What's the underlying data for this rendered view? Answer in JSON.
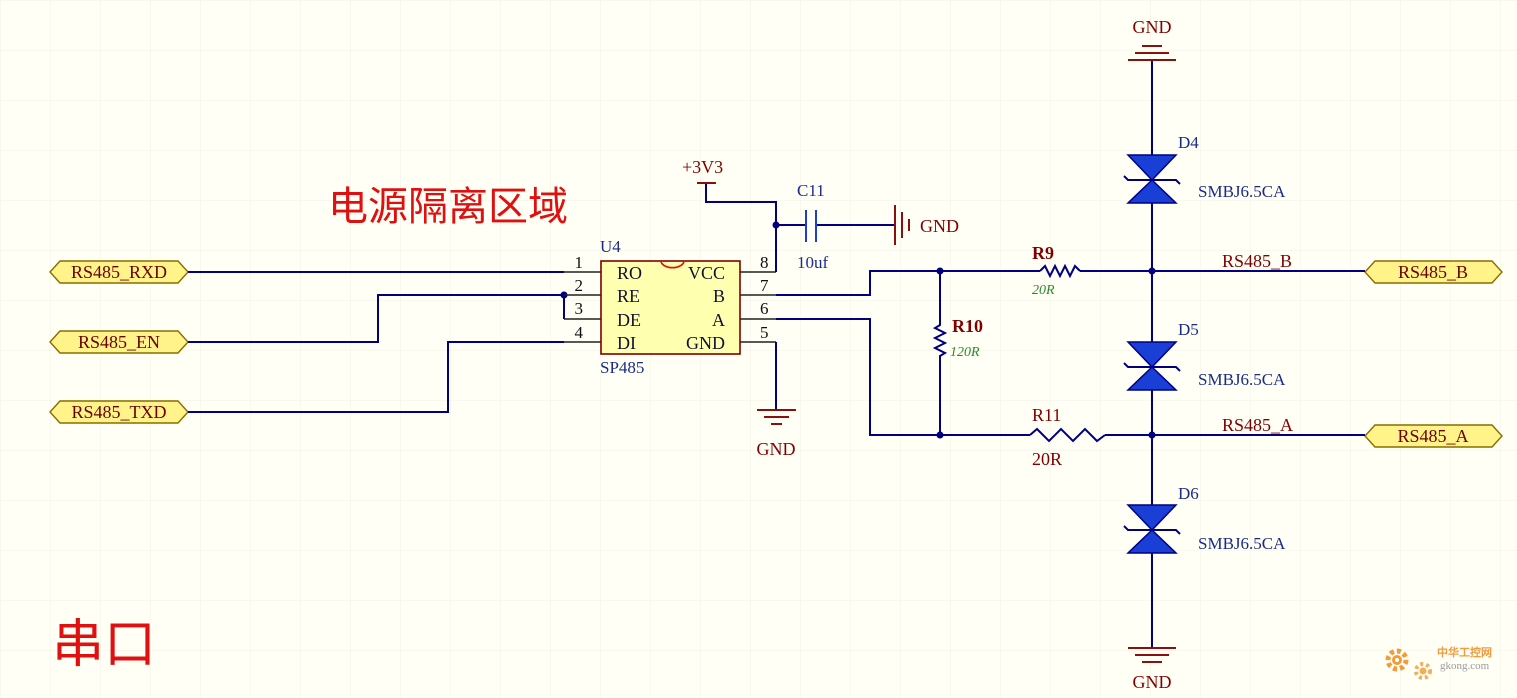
{
  "zone_label": "电源隔离区域",
  "section_label": "串口",
  "net_ports": {
    "rs485_rxd": "RS485_RXD",
    "rs485_en": "RS485_EN",
    "rs485_txd": "RS485_TXD",
    "rs485_b": "RS485_B",
    "rs485_a": "RS485_A"
  },
  "net_names": {
    "rs485_b": "RS485_B",
    "rs485_a": "RS485_A"
  },
  "power_ports": {
    "vcc": "+3V3",
    "ground": "GND"
  },
  "u4": {
    "designator": "U4",
    "comment": "SP485",
    "pins_left": [
      {
        "number": "1",
        "name": "RO"
      },
      {
        "number": "2",
        "name": "RE"
      },
      {
        "number": "3",
        "name": "DE"
      },
      {
        "number": "4",
        "name": "DI"
      }
    ],
    "pins_right": [
      {
        "number": "8",
        "name": "VCC"
      },
      {
        "number": "7",
        "name": "B"
      },
      {
        "number": "6",
        "name": "A"
      },
      {
        "number": "5",
        "name": "GND"
      }
    ]
  },
  "c11": {
    "designator": "C11",
    "value": "10uf"
  },
  "r9": {
    "designator": "R9",
    "value": "20R"
  },
  "r10": {
    "designator": "R10",
    "value": "120R"
  },
  "r11": {
    "designator": "R11",
    "value": "20R"
  },
  "diodes": [
    {
      "designator": "D4",
      "comment": "SMBJ6.5CA"
    },
    {
      "designator": "D5",
      "comment": "SMBJ6.5CA"
    },
    {
      "designator": "D6",
      "comment": "SMBJ6.5CA"
    }
  ],
  "watermark": {
    "brand": "中华工控网",
    "site": "gkong.com"
  },
  "colors": {
    "wire": "#000080",
    "label_dark_red": "#800000",
    "designator_blue": "#1c2a8c",
    "value_green": "#2a8a2a",
    "zone_red": "#e01010",
    "chip_fill": "#ffffb0",
    "port_fill": "#fff38a",
    "diode_fill": "#1a3fd6",
    "watermark_orange": "#f08a1c"
  }
}
